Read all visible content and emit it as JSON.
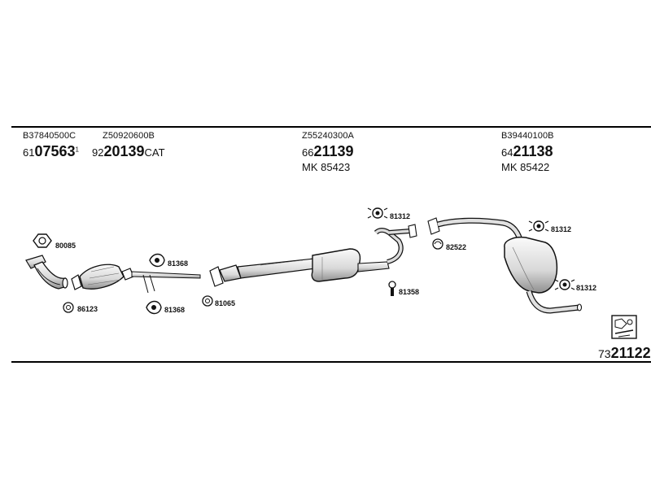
{
  "headers": [
    {
      "code": "B37840500C",
      "prefix": "61",
      "number": "07563",
      "suffix": "1",
      "mk": ""
    },
    {
      "code": "Z50920600B",
      "prefix": "92",
      "number": "20139",
      "suffix": "CAT",
      "mk": ""
    },
    {
      "code": "Z55240300A",
      "prefix": "66",
      "number": "21139",
      "suffix": "",
      "mk": "MK  85423"
    },
    {
      "code": "B39440100B",
      "prefix": "64",
      "number": "21138",
      "suffix": "",
      "mk": "MK  85422"
    }
  ],
  "labels": {
    "l80085": "80085",
    "l86123": "86123",
    "l81368a": "81368",
    "l81368b": "81368",
    "l81065": "81065",
    "l81312a": "81312",
    "l82522": "82522",
    "l81358": "81358",
    "l81312b": "81312",
    "l81312c": "81312"
  },
  "reference": {
    "prefix": "73",
    "number": "21122"
  },
  "icons": [
    "gasket-ring-icon",
    "clamp-icon",
    "bolt-icon",
    "rubber-hanger-icon",
    "spring-icon",
    "kit-icon"
  ]
}
